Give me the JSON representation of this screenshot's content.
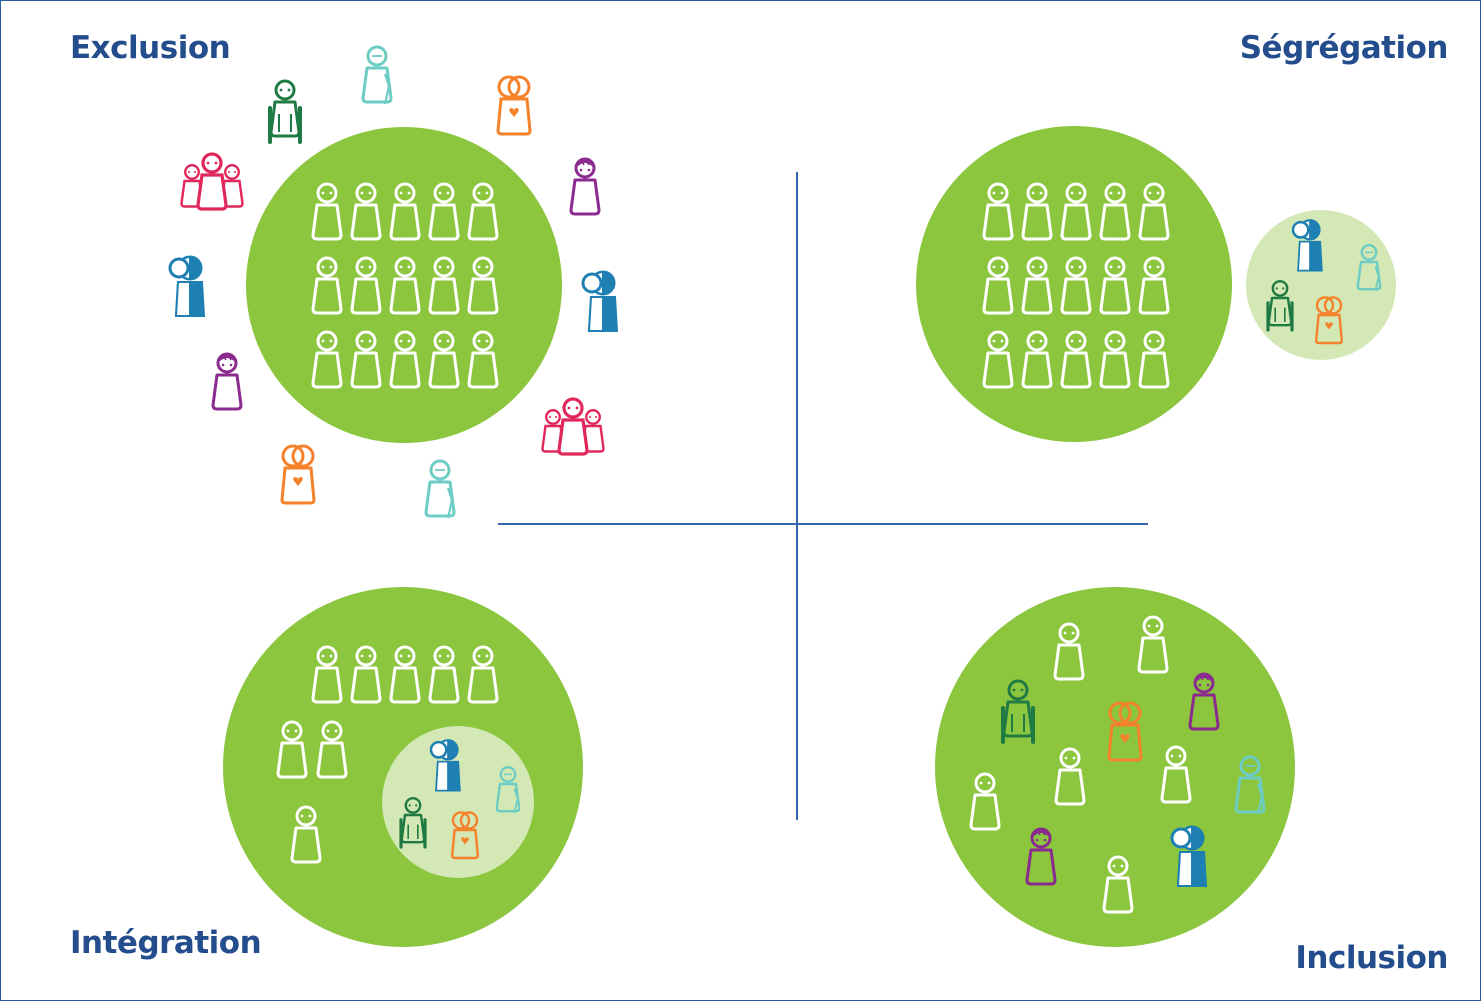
{
  "quadrants": {
    "exclusion": "Exclusion",
    "segregation": "Ségrégation",
    "integration": "Intégration",
    "inclusion": "Inclusion"
  },
  "colors": {
    "title": "#234d8c",
    "axis": "#3366aa",
    "green": "#8cc63f",
    "light_green": "#d3e8b4",
    "figure_white": "#ffffff",
    "pink": "#e0285c",
    "teal": "#6dccc4",
    "dark_green": "#1f7a43",
    "orange": "#f5822a",
    "purple": "#8b2b8f",
    "blue": "#1e7fb3"
  },
  "icons": [
    "person-icon",
    "wheelchair-user-icon",
    "blind-person-icon",
    "group-icon",
    "conjoined-person-icon",
    "girl-icon",
    "half-face-person-icon"
  ]
}
